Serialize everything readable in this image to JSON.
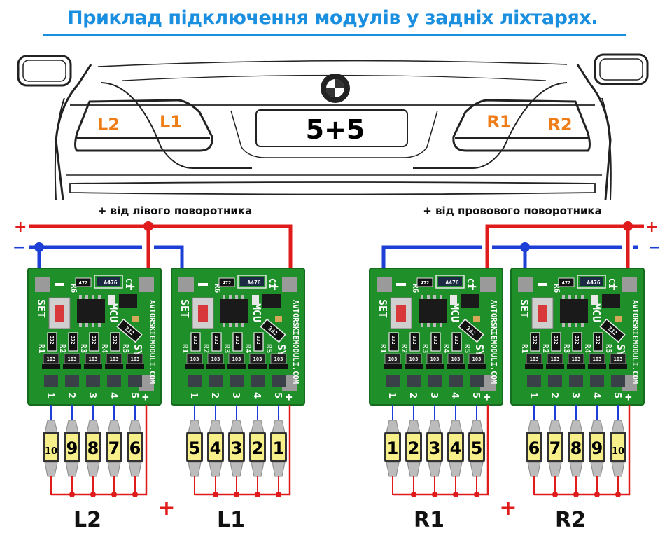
{
  "title": "Приклад підключення модулів у задніх ліхтарях.",
  "car": {
    "plate_text": "5+5",
    "lamp_labels": [
      "L2",
      "L1",
      "R1",
      "R2"
    ],
    "logo": "bmw-logo"
  },
  "wiring": {
    "left_source_label": "+ від лівого поворотника",
    "right_source_label": "+  від провового поворотника",
    "plus_symbol": "+",
    "minus_symbol": "−",
    "colors": {
      "positive": "#e01b1b",
      "negative": "#1d3fd6",
      "pcb": "#1f8f2a",
      "title": "#1a8fe0",
      "lamp_label": "#ef7d17",
      "bulb_face": "#f7f08a"
    }
  },
  "module": {
    "website": "AVTORSKIEMODULI.COM",
    "set_label": "SET",
    "mcu_label": "MCU",
    "sy_label": "SY*",
    "c1_label": "C1",
    "r6_label": "R6",
    "cap_code": "A476",
    "r6_code": "472",
    "resistor_labels": [
      "R1",
      "R2",
      "R3",
      "R4",
      "R5"
    ],
    "resistor_code": "332",
    "transistor_code": "103",
    "pin_labels": [
      "1",
      "2",
      "3",
      "4",
      "5",
      "+"
    ],
    "top_pads": [
      "−",
      "+"
    ]
  },
  "groups": [
    {
      "name": "L2",
      "bulbs": [
        "10",
        "9",
        "8",
        "7",
        "6"
      ]
    },
    {
      "name": "L1",
      "bulbs": [
        "5",
        "4",
        "3",
        "2",
        "1"
      ]
    },
    {
      "name": "R1",
      "bulbs": [
        "1",
        "2",
        "3",
        "4",
        "5"
      ]
    },
    {
      "name": "R2",
      "bulbs": [
        "6",
        "7",
        "8",
        "9",
        "10"
      ]
    }
  ],
  "between_groups_plus": "+"
}
